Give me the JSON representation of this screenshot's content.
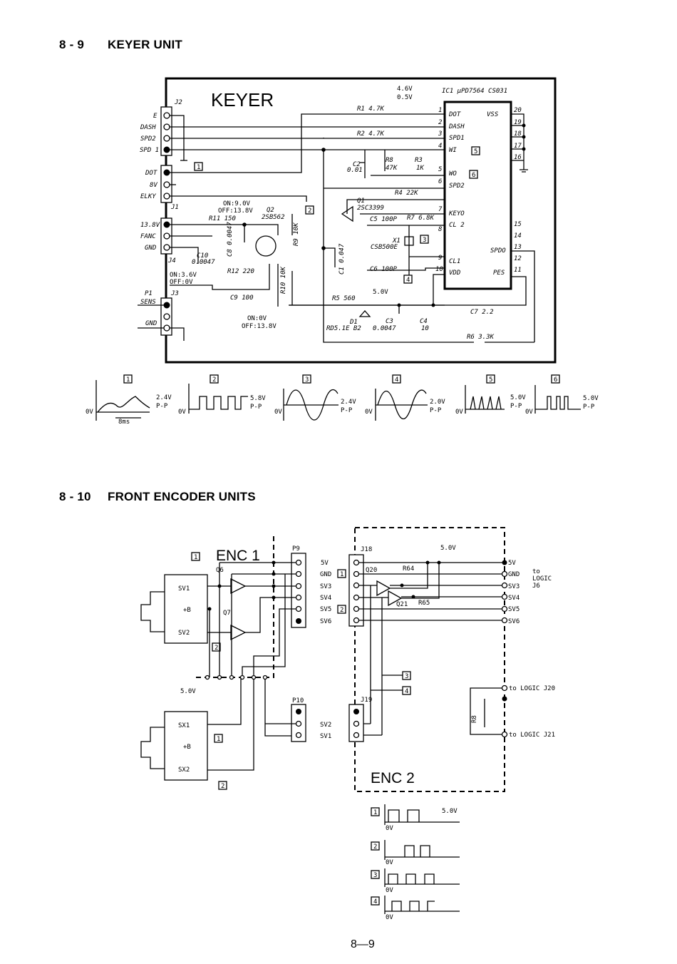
{
  "sections": [
    {
      "number": "8 - 9",
      "title": "KEYER UNIT"
    },
    {
      "number": "8 - 10",
      "title": "FRONT ENCODER UNITS"
    }
  ],
  "page_number": "8—9",
  "keyer": {
    "title": "KEYER",
    "ic": "IC1  µPD7564  CS031",
    "connectors": [
      "J2",
      "J1",
      "J4",
      "P1",
      "J3"
    ],
    "pin_labels": [
      "E",
      "DASH",
      "SPD2",
      "SPD 1",
      "DOT",
      "8V",
      "ELKY",
      "13.8V",
      "FANC",
      "GND",
      "SENS",
      "GND"
    ],
    "ic_pins_left": [
      "DOT",
      "DASH",
      "SPD1",
      "WI",
      "WO",
      "SPD2",
      "KEYO",
      "CL 2",
      "CL1",
      "VDD"
    ],
    "ic_pin_numbers_left": [
      "1",
      "2",
      "3",
      "4",
      "5",
      "6",
      "7",
      "8",
      "9",
      "10"
    ],
    "ic_pins_right": [
      "VSS",
      "SPDO",
      "PES"
    ],
    "ic_pin_numbers_right": [
      "20",
      "19",
      "18",
      "17",
      "16",
      "15",
      "14",
      "13",
      "12",
      "11"
    ],
    "components": {
      "r1": "R1  4.7K",
      "r2": "R2  4.7K",
      "r3": "R3",
      "r3v": "1K",
      "r4": "R4  22K",
      "r5": "R5  560",
      "r6": "R6  3.3K",
      "r7": "R7  6.8K",
      "r8": "R8",
      "r8v": "47K",
      "r9": "R9 10K",
      "r10": "R10 10K",
      "r11": "R11  150",
      "r12": "R12  220",
      "c1": "C1 0.047",
      "c2": "C2",
      "c2v": "0.01",
      "c3": "C3",
      "c3v": "0.0047",
      "c4": "C4",
      "c4v": "10",
      "c5": "C5  100P",
      "c6": "C6  100P",
      "c7": "C7  2.2",
      "c8": "C8 0.0047",
      "c9": "C9  100",
      "c10": "C10",
      "c10v": "0.0047",
      "q1": "Q1",
      "q1v": "2SC3399",
      "q2": "Q2",
      "q2v": "2SB562",
      "x1": "X1",
      "x1v": "CSB500E",
      "d1": "D1",
      "d1v": "RD5.1E B2"
    },
    "voltages": {
      "v46": "4.6V",
      "v05": "0.5V",
      "q2_on": "ON:9.0V",
      "q2_off": "OFF:13.8V",
      "on36": "ON:3.6V",
      "off0": "OFF:0V",
      "on0": "ON:0V",
      "off138": "OFF:13.8V",
      "v50": "5.0V"
    },
    "markers": [
      "1",
      "2",
      "3",
      "4",
      "5",
      "6"
    ],
    "waveforms": [
      {
        "marker": "1",
        "amplitude": "2.4V",
        "pp": "P-P",
        "zero": "0V",
        "period": "8ms"
      },
      {
        "marker": "2",
        "amplitude": "5.8V",
        "pp": "P-P",
        "zero": "0V"
      },
      {
        "marker": "3",
        "amplitude": "2.4V",
        "pp": "P-P",
        "zero": "0V"
      },
      {
        "marker": "4",
        "amplitude": "2.0V",
        "pp": "P-P",
        "zero": "0V"
      },
      {
        "marker": "5",
        "amplitude": "5.0V",
        "pp": "P-P",
        "zero": "0V"
      },
      {
        "marker": "6",
        "amplitude": "5.0V",
        "pp": "P-P",
        "zero": "0V"
      }
    ]
  },
  "encoders": {
    "enc1": "ENC 1",
    "enc2": "ENC 2",
    "p9": "P9",
    "p10": "P10",
    "j18": "J18",
    "j19": "J19",
    "q6": "Q6",
    "q7": "Q7",
    "q20": "Q20",
    "q21": "Q21",
    "r64": "R64",
    "r65": "R65",
    "r8": "R8",
    "sv1": "SV1",
    "sv2": "SV2",
    "sx1": "SX1",
    "sx2": "SX2",
    "plusb": "+B",
    "v50": "5.0V",
    "j18_pins": [
      "5V",
      "GND",
      "SV3",
      "SV4",
      "SV5",
      "SV6"
    ],
    "out_pins": [
      "5V",
      "GND",
      "SV3",
      "SV4",
      "SV5",
      "SV6"
    ],
    "j19_pins": [
      "SV2",
      "SV1"
    ],
    "to_logic": [
      "to",
      "LOGIC",
      "J6"
    ],
    "to_j20": "to LOGIC J20",
    "to_j21": "to LOGIC J21",
    "markers": [
      "1",
      "2",
      "3",
      "4"
    ],
    "waveform_zero": "0V",
    "waveform_amp": "5.0V"
  }
}
